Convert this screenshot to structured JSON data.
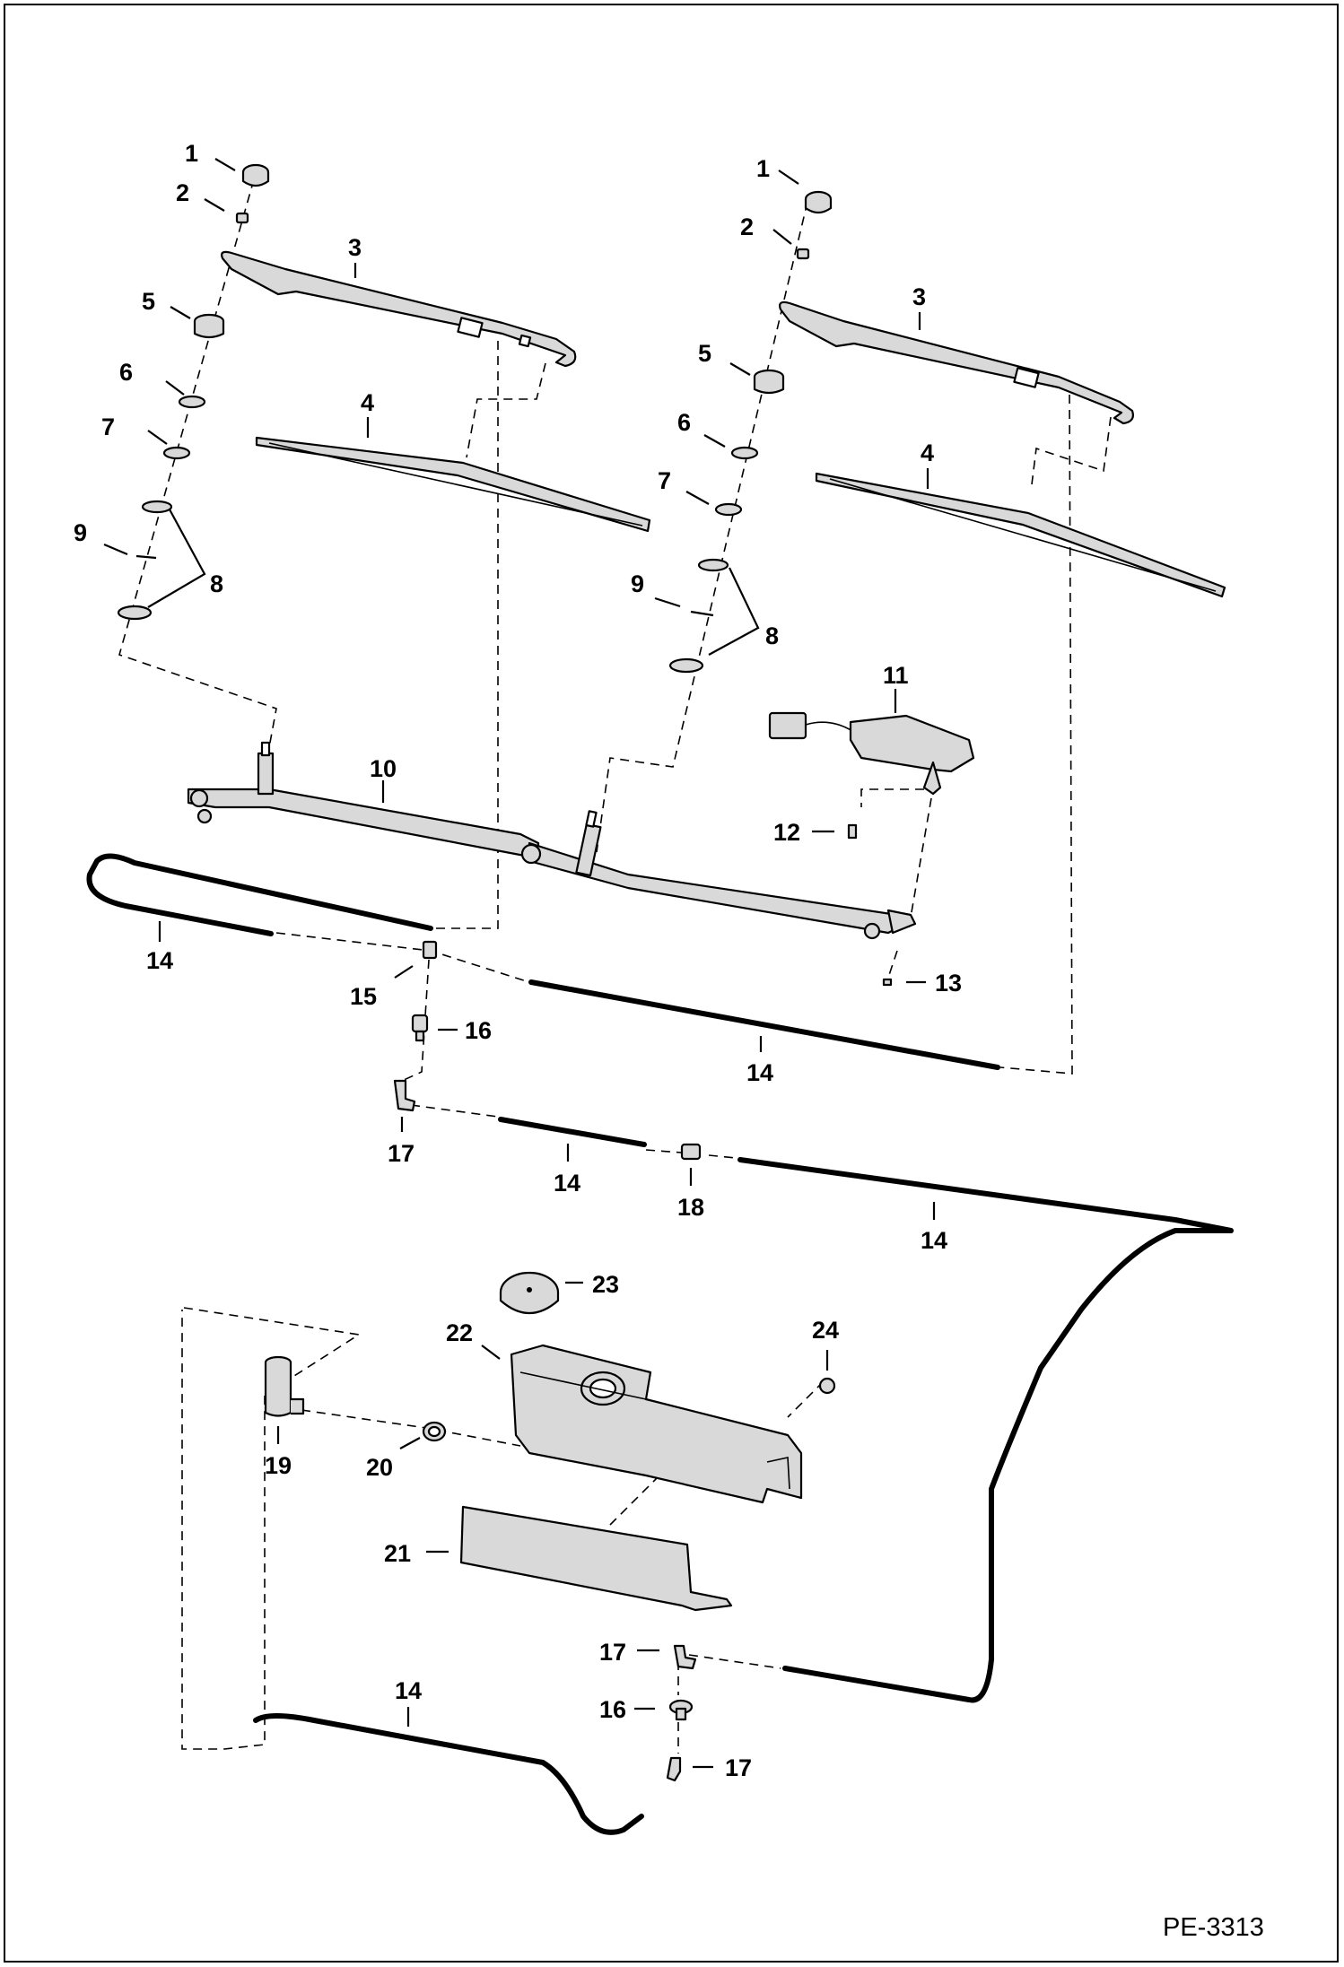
{
  "figure_code": "PE-3313",
  "callouts": {
    "c1a": "1",
    "c2a": "2",
    "c3a": "3",
    "c4a": "4",
    "c5a": "5",
    "c6a": "6",
    "c7a": "7",
    "c8a": "8",
    "c9a": "9",
    "c1b": "1",
    "c2b": "2",
    "c3b": "3",
    "c4b": "4",
    "c5b": "5",
    "c6b": "6",
    "c7b": "7",
    "c8b": "8",
    "c9b": "9",
    "c10": "10",
    "c11": "11",
    "c12": "12",
    "c13": "13",
    "c14a": "14",
    "c14b": "14",
    "c14c": "14",
    "c14d": "14",
    "c14e": "14",
    "c15": "15",
    "c16a": "16",
    "c16b": "16",
    "c17a": "17",
    "c17b": "17",
    "c17c": "17",
    "c18": "18",
    "c19": "19",
    "c20": "20",
    "c21": "21",
    "c22": "22",
    "c23": "23",
    "c24": "24"
  }
}
